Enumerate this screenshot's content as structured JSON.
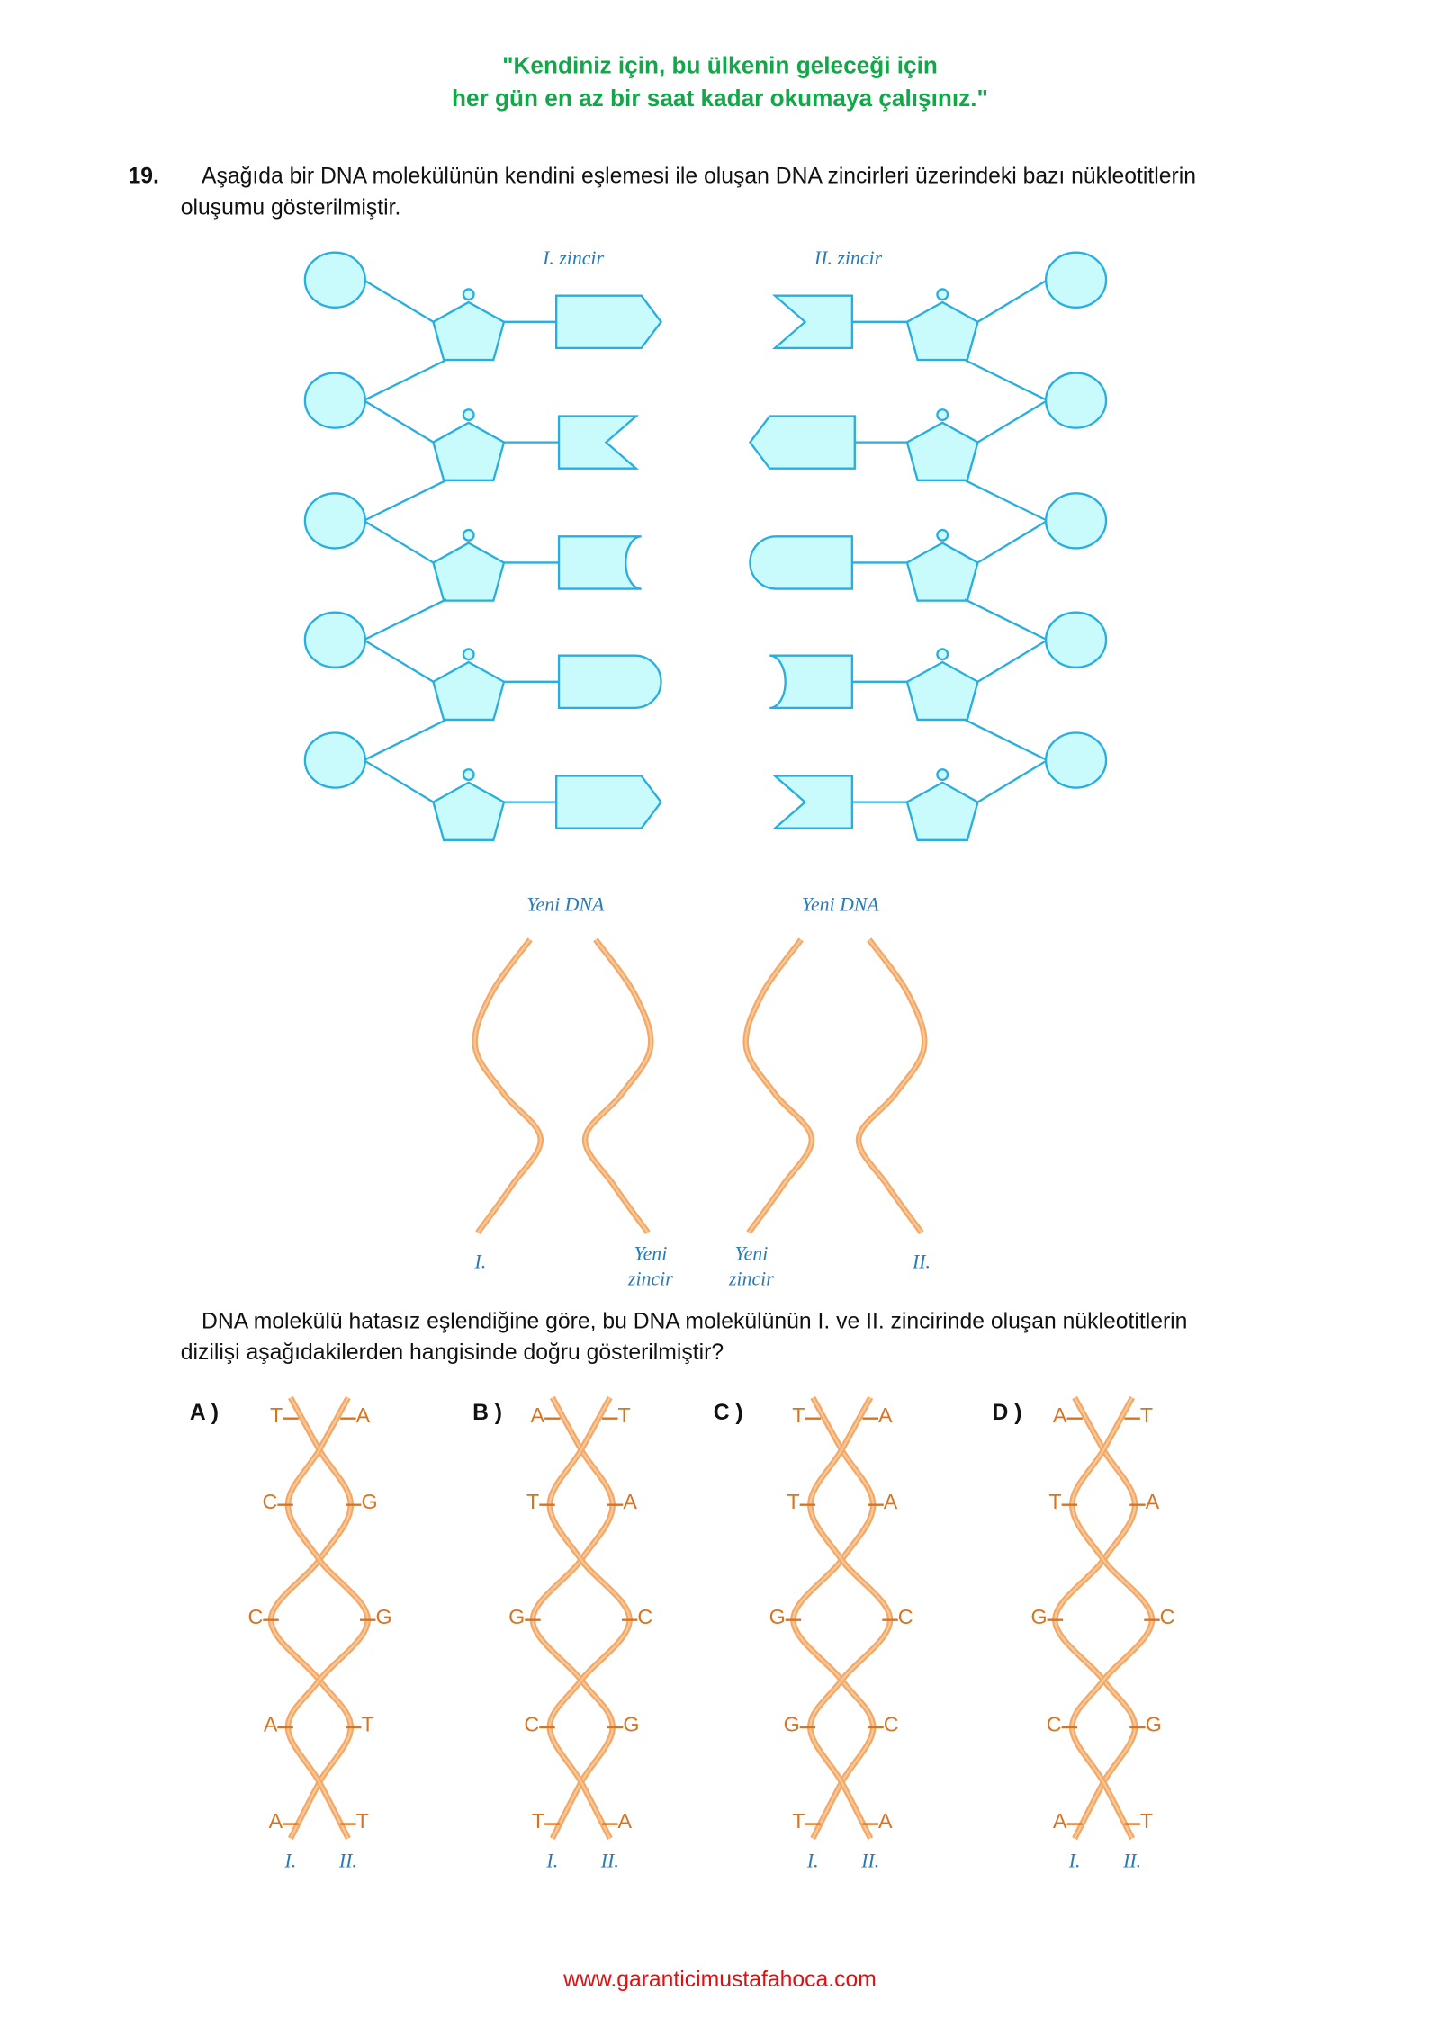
{
  "header": {
    "quote_line1": "\"Kendiniz için, bu ülkenin geleceği için",
    "quote_line2": "her gün en az bir saat kadar okumaya çalışınız.\""
  },
  "question": {
    "number": "19.",
    "text_line1": "Aşağıda bir DNA molekülünün kendini eşlemesi ile oluşan DNA zincirleri üzerindeki bazı nükleotitlerin",
    "text_line2": "oluşumu gösterilmiştir.",
    "prompt_line1": "DNA molekülü hatasız eşlendiğine göre, bu DNA molekülünün I. ve II. zincirinde oluşan nükleotitlerin",
    "prompt_line2": "dizilişi aşağıdakilerden hangisinde doğru gösterilmiştir?"
  },
  "diagram": {
    "chain1_label": "I. zincir",
    "chain2_label": "II. zincir",
    "chain1_bases": [
      "arrow",
      "notch",
      "concave",
      "rounded",
      "arrow"
    ],
    "chain2_bases": [
      "notch",
      "arrow",
      "rounded",
      "concave",
      "notch"
    ],
    "colors": {
      "stroke": "#29aee0",
      "fill": "#c9fbfd",
      "strand": "#f4a866",
      "label": "#2a7ab8"
    }
  },
  "new_dna": {
    "left_title": "Yeni DNA",
    "right_title": "Yeni DNA",
    "label_I": "I.",
    "label_new1_a": "Yeni",
    "label_new1_b": "zincir",
    "label_new2_a": "Yeni",
    "label_new2_b": "zincir",
    "label_II": "II."
  },
  "options": [
    {
      "letter": "A )",
      "pairs": [
        [
          "T",
          "A"
        ],
        [
          "C",
          "G"
        ],
        [
          "C",
          "G"
        ],
        [
          "A",
          "T"
        ],
        [
          "A",
          "T"
        ]
      ],
      "strand_I": "I.",
      "strand_II": "II."
    },
    {
      "letter": "B )",
      "pairs": [
        [
          "A",
          "T"
        ],
        [
          "T",
          "A"
        ],
        [
          "G",
          "C"
        ],
        [
          "C",
          "G"
        ],
        [
          "T",
          "A"
        ]
      ],
      "strand_I": "I.",
      "strand_II": "II."
    },
    {
      "letter": "C )",
      "pairs": [
        [
          "T",
          "A"
        ],
        [
          "T",
          "A"
        ],
        [
          "G",
          "C"
        ],
        [
          "G",
          "C"
        ],
        [
          "T",
          "A"
        ]
      ],
      "strand_I": "I.",
      "strand_II": "II."
    },
    {
      "letter": "D )",
      "pairs": [
        [
          "A",
          "T"
        ],
        [
          "T",
          "A"
        ],
        [
          "G",
          "C"
        ],
        [
          "C",
          "G"
        ],
        [
          "A",
          "T"
        ]
      ],
      "strand_I": "I.",
      "strand_II": "II."
    }
  ],
  "footer": {
    "url": "www.garanticimustafahoca.com"
  }
}
